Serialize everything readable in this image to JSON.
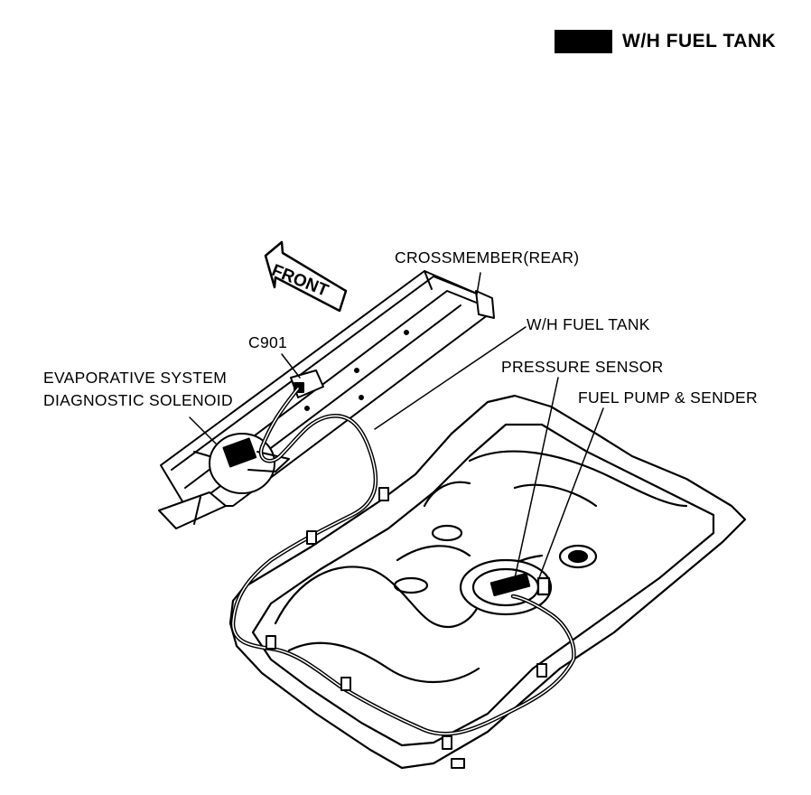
{
  "header": {
    "title": "W/H FUEL TANK"
  },
  "labels": {
    "crossmember": "CROSSMEMBER(REAR)",
    "wh_fuel_tank": "W/H FUEL TANK",
    "c901": "C901",
    "evap_line1": "EVAPORATIVE SYSTEM",
    "evap_line2": "DIAGNOSTIC SOLENOID",
    "pressure_sensor": "PRESSURE SENSOR",
    "fuel_pump": "FUEL PUMP & SENDER",
    "front_arrow": "FRONT"
  },
  "colors": {
    "ink": "#000000",
    "paper": "#ffffff"
  }
}
